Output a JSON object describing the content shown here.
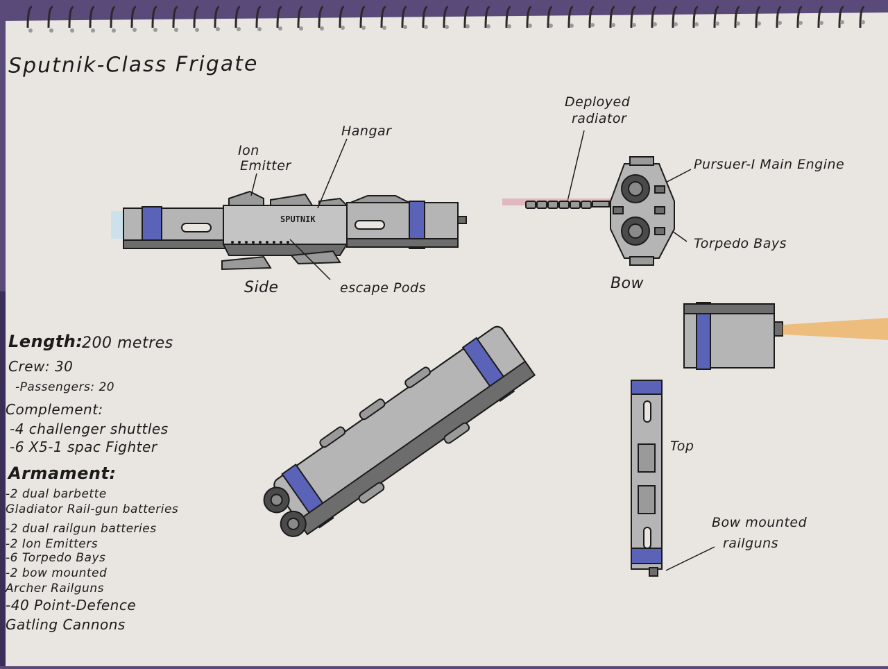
{
  "title": "Sputnik-Class Frigate",
  "ship_name_marking": "SPUTNIK",
  "labels": {
    "ion_emitter_1": "Ion",
    "ion_emitter_2": "Emitter",
    "hangar": "Hangar",
    "radiator_1": "Deployed",
    "radiator_2": "radiator",
    "main_engine": "Pursuer-I Main Engine",
    "torpedo_bays": "Torpedo Bays",
    "side": "Side",
    "escape_pods": "escape Pods",
    "bow": "Bow",
    "top": "Top",
    "bow_railguns_1": "Bow mounted",
    "bow_railguns_2": "railguns"
  },
  "specs": {
    "length_label": "Length:",
    "length_value": "200 metres",
    "crew": "Crew: 30",
    "passengers": "-Passengers: 20",
    "complement_heading": "Complement:",
    "complement_items": [
      "-4 challenger shuttles",
      "-6 X5-1 spac Fighter"
    ],
    "armament_heading": "Armament:",
    "armament_items": [
      "-2 dual barbette",
      "Gladiator Rail-gun batteries",
      "-2 dual railgun batteries",
      "-2 Ion Emitters",
      "-6 Torpedo Bays",
      "-2 bow mounted",
      "Archer Railguns",
      "-40 Point-Defence",
      "Gatling Cannons"
    ]
  },
  "colors": {
    "paper": "#e9e6e1",
    "ink": "#1b1b1b",
    "hull": "#b5b5b5",
    "hull_dark": "#6d6d6d",
    "band_blue": "#5a63b8",
    "radiator_glow": "#d98a9a",
    "exhaust_glow": "#f0a23a"
  }
}
